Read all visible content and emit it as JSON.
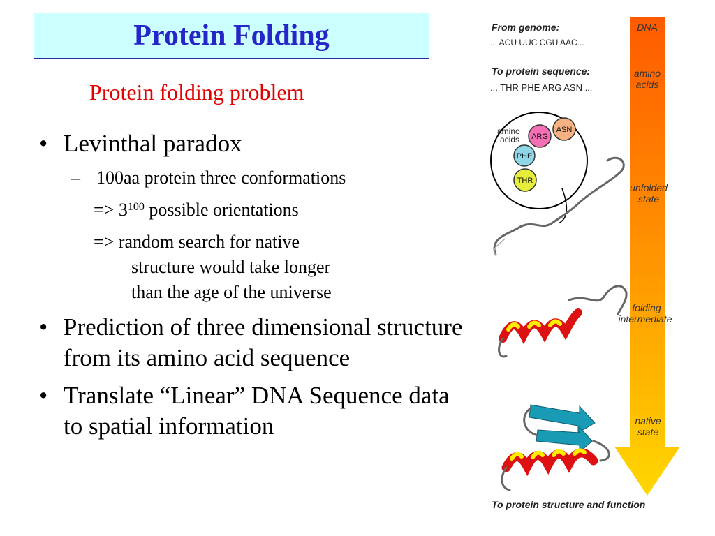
{
  "slide": {
    "title": "Protein Folding",
    "subtitle": "Protein folding problem",
    "bullets": [
      {
        "text": "Levinthal paradox"
      },
      {
        "text": "Prediction of three dimensional structure from its amino acid sequence"
      },
      {
        "text": "Translate “Linear” DNA Sequence data to spatial information"
      }
    ],
    "sub_bullet": "100aa protein three conformations",
    "line_orientations_prefix": "=> 3",
    "line_orientations_exponent": "100",
    "line_orientations_suffix": " possible orientations",
    "line_search_1": "=> random search for native",
    "line_search_2": "structure would take longer",
    "line_search_3": "than the age of the universe"
  },
  "figure": {
    "from_genome": "From genome:",
    "codons": "... ACU UUC CGU AAC...",
    "to_protein_sequence": "To protein sequence:",
    "amino_sequence": "... THR PHE ARG ASN ...",
    "dna": "DNA",
    "amino_acids_arrow_1": "amino",
    "amino_acids_arrow_2": "acids",
    "unfolded_1": "unfolded",
    "unfolded_2": "state",
    "intermediate_1": "folding",
    "intermediate_2": "intermediate",
    "native_1": "native",
    "native_2": "state",
    "to_structure": "To protein structure and function",
    "circle_label_1": "amino",
    "circle_label_2": "acids",
    "residues": [
      "ARG",
      "ASN",
      "PHE",
      "THR"
    ],
    "colors": {
      "title_text": "#2525c8",
      "title_bg": "#ccffff",
      "subtitle": "#e00000",
      "arrow_top": "#ff5a00",
      "arrow_bottom": "#ffd700",
      "helix_red": "#dd1111",
      "helix_yellow": "#ffee00",
      "sheet_teal": "#1a9bb5"
    }
  }
}
